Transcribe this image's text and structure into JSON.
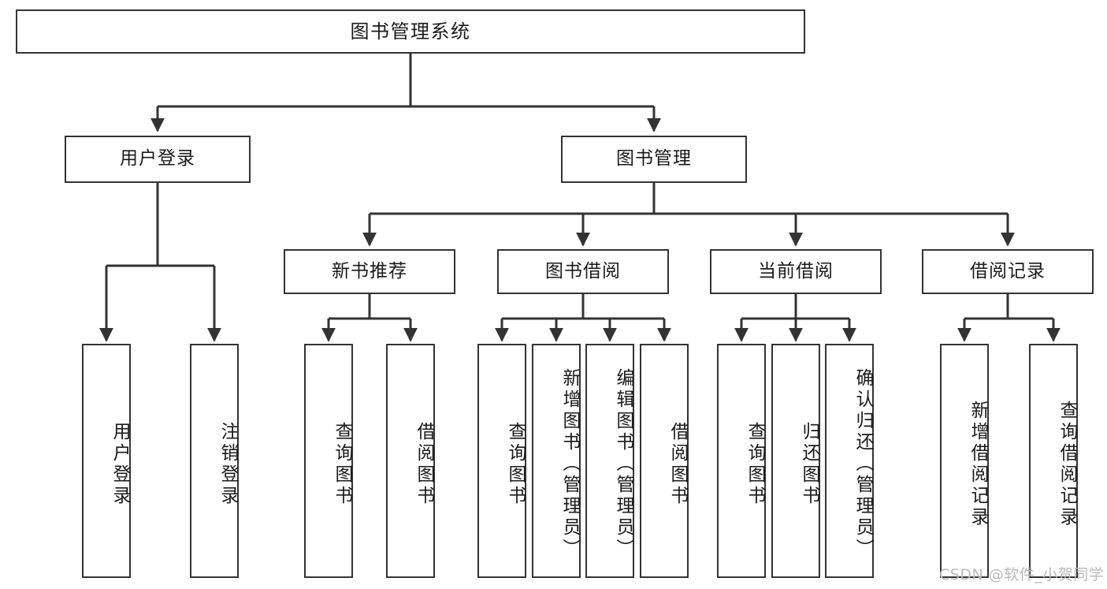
{
  "diagram": {
    "kind": "hierarchy-tree",
    "title_label": "图书管理系统",
    "colors": {
      "stroke": "#333333",
      "fill": "#ffffff",
      "text": "#1a1a1a",
      "watermark": "#b9b9b9",
      "background": "#ffffff"
    },
    "root": {
      "label": "图书管理系统"
    },
    "level1": [
      {
        "label": "用户登录"
      },
      {
        "label": "图书管理"
      }
    ],
    "level2": [
      {
        "label": "新书推荐"
      },
      {
        "label": "图书借阅"
      },
      {
        "label": "当前借阅"
      },
      {
        "label": "借阅记录"
      }
    ],
    "leaves": {
      "user_login": [
        {
          "label": "用户登录"
        },
        {
          "label": "注销登录"
        }
      ],
      "new_book_recommend": [
        {
          "label": "查询图书"
        },
        {
          "label": "借阅图书"
        }
      ],
      "book_borrow": [
        {
          "label": "查询图书"
        },
        {
          "label": "新增图书（管理员）"
        },
        {
          "label": "编辑图书（管理员）"
        },
        {
          "label": "借阅图书"
        }
      ],
      "current_borrow": [
        {
          "label": "查询图书"
        },
        {
          "label": "归还图书"
        },
        {
          "label": "确认归还（管理员）"
        }
      ],
      "borrow_record": [
        {
          "label": "新增借阅记录"
        },
        {
          "label": "查询借阅记录"
        }
      ]
    },
    "watermark": "CSDN @软件_小贺同学"
  }
}
